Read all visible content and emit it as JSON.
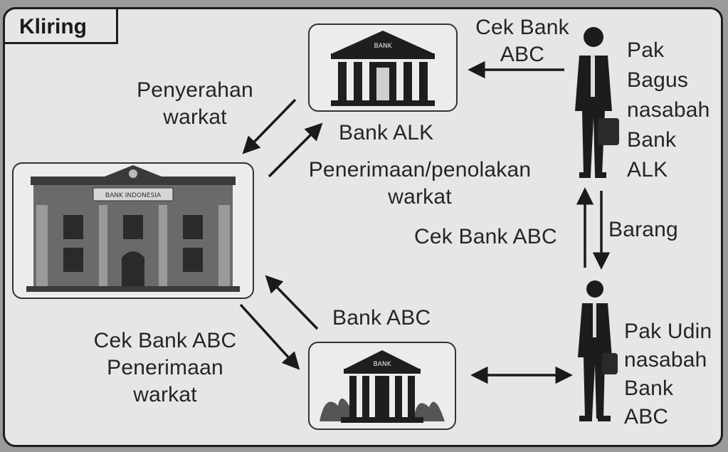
{
  "tab": {
    "label": "Kliring"
  },
  "bank_sign": "BANK",
  "clearing_house_sign": "BANK INDONESIA",
  "labels": {
    "cek_top": [
      "Cek Bank",
      "ABC"
    ],
    "pak_bagus": [
      "Pak",
      "Bagus",
      "nasabah",
      "Bank",
      "ALK"
    ],
    "penyerahan": [
      "Penyerahan",
      "warkat"
    ],
    "bank_alk": "Bank ALK",
    "penerimaan_penolakan": [
      "Penerimaan/penolakan",
      "warkat"
    ],
    "cek_mid": "Cek Bank ABC",
    "barang": "Barang",
    "bank_abc": "Bank ABC",
    "cek_bottom": [
      "Cek Bank ABC",
      "Penerimaan",
      "warkat"
    ],
    "pak_udin": [
      "Pak Udin",
      "nasabah",
      "Bank",
      "ABC"
    ]
  },
  "colors": {
    "panel": "#e6e6e4",
    "ink": "#252525",
    "border": "#1d1d1d"
  }
}
